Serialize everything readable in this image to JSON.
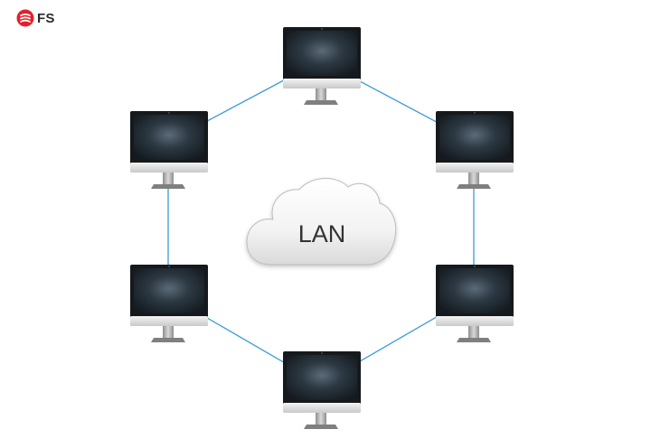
{
  "logo": {
    "text": "FS",
    "icon": "fs-logo-icon",
    "color": "#e4202a"
  },
  "diagram": {
    "center_label": "LAN",
    "link_color": "#3a9bd6",
    "nodes": [
      {
        "id": "top",
        "icon": "monitor-icon"
      },
      {
        "id": "upper-right",
        "icon": "monitor-icon"
      },
      {
        "id": "lower-right",
        "icon": "monitor-icon"
      },
      {
        "id": "bottom",
        "icon": "monitor-icon"
      },
      {
        "id": "lower-left",
        "icon": "monitor-icon"
      },
      {
        "id": "upper-left",
        "icon": "monitor-icon"
      }
    ],
    "links": [
      [
        "top",
        "upper-right"
      ],
      [
        "upper-right",
        "lower-right"
      ],
      [
        "lower-right",
        "bottom"
      ],
      [
        "bottom",
        "lower-left"
      ],
      [
        "lower-left",
        "upper-left"
      ],
      [
        "upper-left",
        "top"
      ]
    ]
  }
}
